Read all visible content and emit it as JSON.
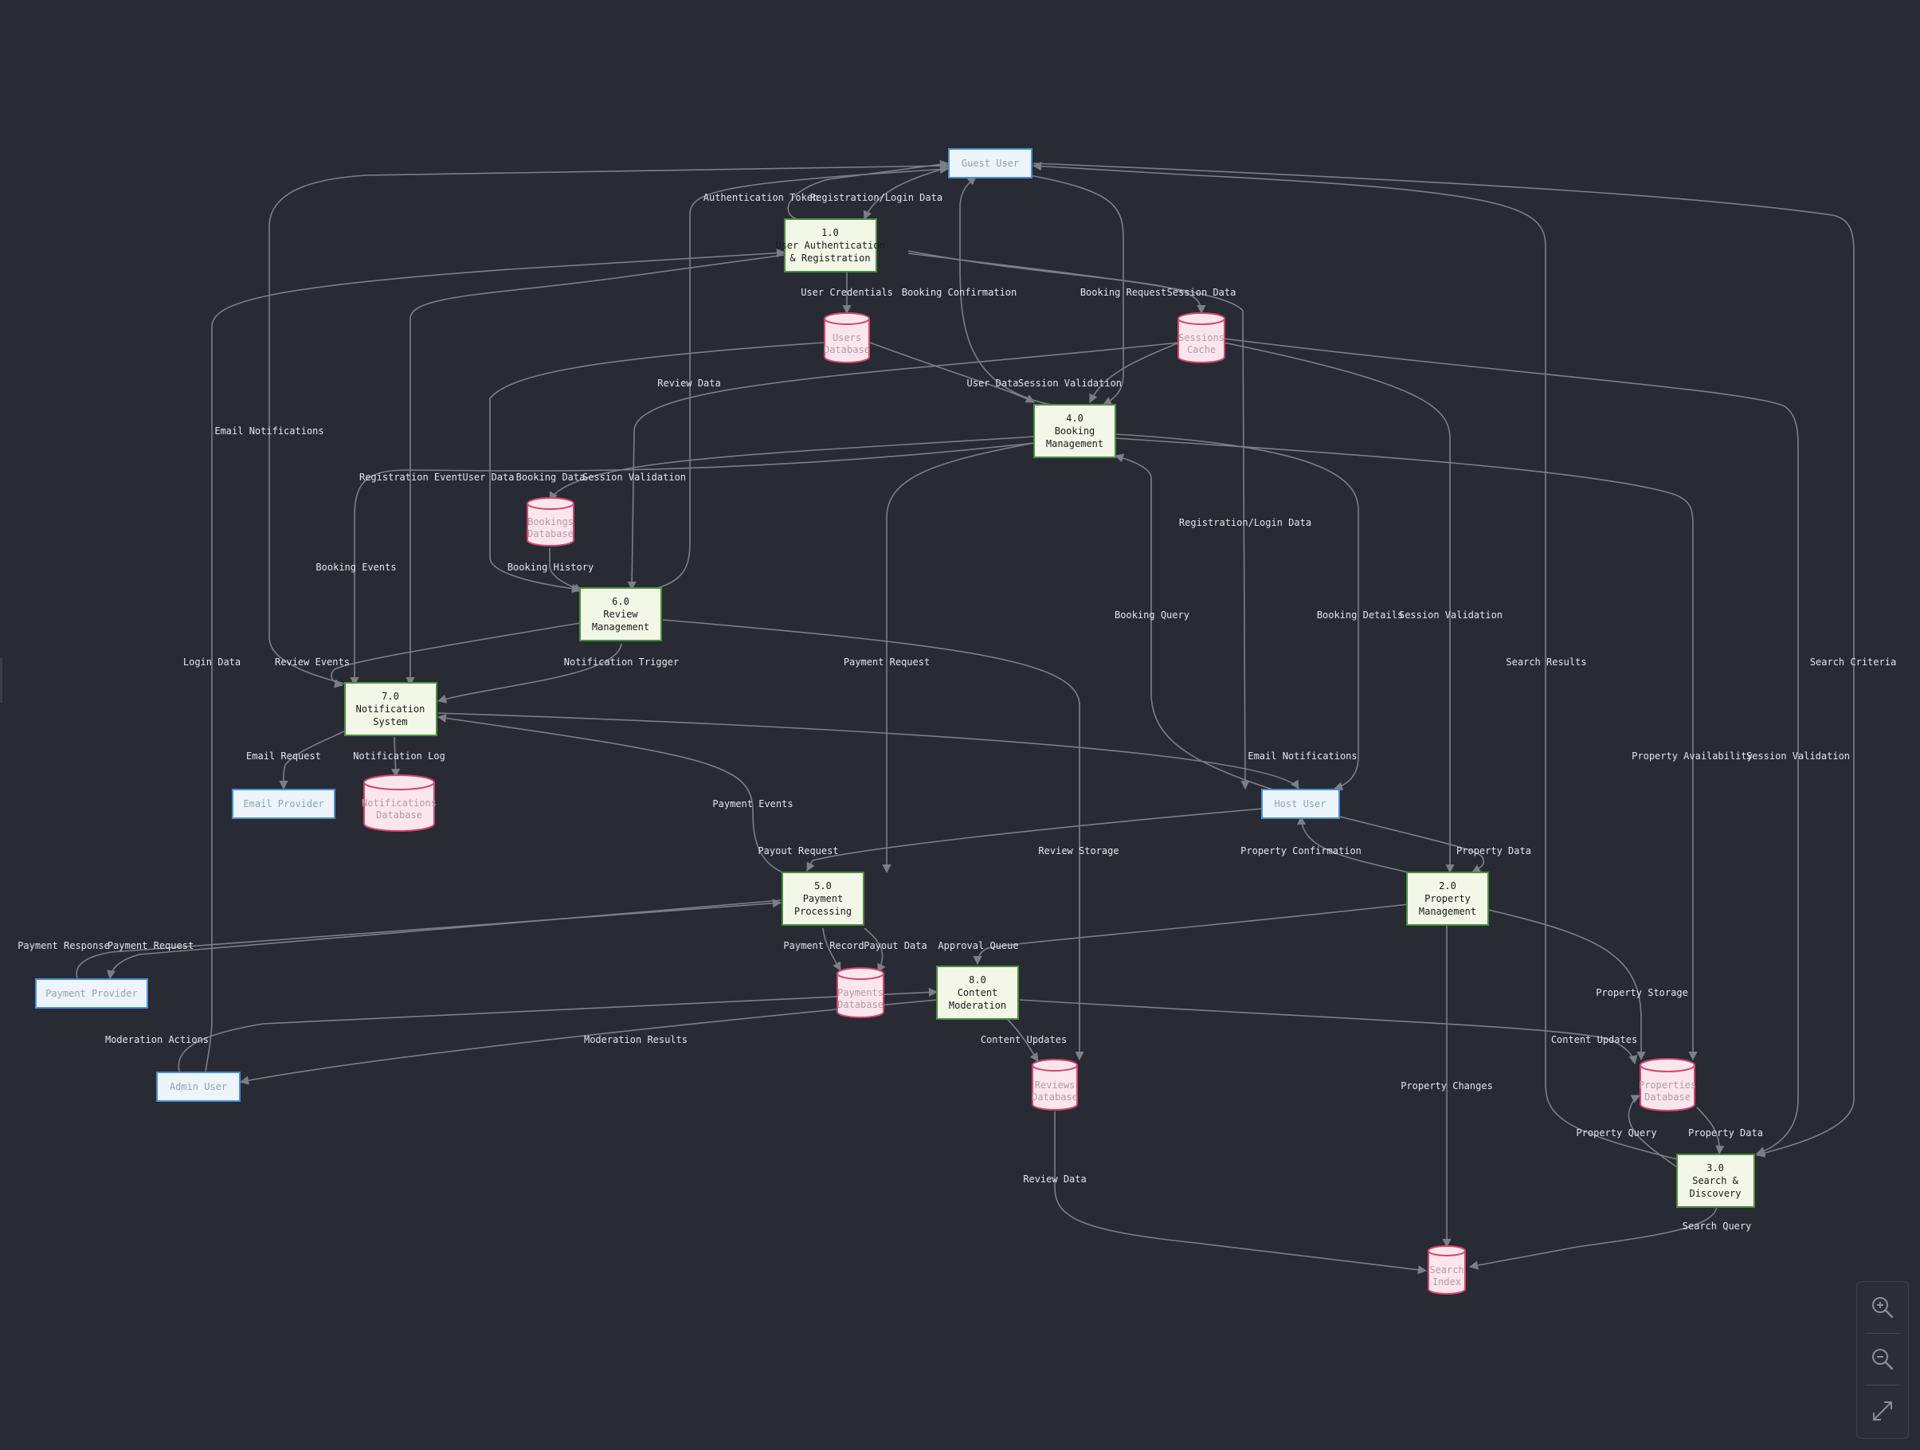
{
  "colors": {
    "background": "#282b33",
    "edge": "#7c7f88",
    "label_text": "#e4e6ea",
    "process_fill": "#f3f7e8",
    "process_stroke": "#4a8f3c",
    "external_fill": "#eef4fb",
    "external_stroke": "#4a8fd6",
    "store_fill": "#fbe6ee",
    "store_stroke": "#d4456e"
  },
  "nodes": {
    "guest_user": "Guest User",
    "host_user": "Host User",
    "admin_user": "Admin User",
    "email_provider": "Email Provider",
    "payment_provider": "Payment Provider",
    "p1": [
      "1.0",
      "User Authentication",
      "& Registration"
    ],
    "p2": [
      "2.0",
      "Property",
      "Management"
    ],
    "p3": [
      "3.0",
      "Search &",
      "Discovery"
    ],
    "p4": [
      "4.0",
      "Booking",
      "Management"
    ],
    "p5": [
      "5.0",
      "Payment",
      "Processing"
    ],
    "p6": [
      "6.0",
      "Review",
      "Management"
    ],
    "p7": [
      "7.0",
      "Notification",
      "System"
    ],
    "p8": [
      "8.0",
      "Content",
      "Moderation"
    ],
    "users_db": [
      "Users",
      "Database"
    ],
    "sessions_cache": [
      "Sessions",
      "Cache"
    ],
    "bookings_db": [
      "Bookings",
      "Database"
    ],
    "notifications_db": [
      "Notifications",
      "Database"
    ],
    "payments_db": [
      "Payments",
      "Database"
    ],
    "reviews_db": [
      "Reviews",
      "Database"
    ],
    "properties_db": [
      "Properties",
      "Database"
    ],
    "search_index": [
      "Search",
      "Index"
    ]
  },
  "edge_labels": {
    "authentication_token": "Authentication Token",
    "registration_login_data_guest": "Registration/Login Data",
    "user_credentials": "User Credentials",
    "booking_confirmation": "Booking Confirmation",
    "booking_request": "Booking Request",
    "session_data": "Session Data",
    "email_notifications_guest": "Email Notifications",
    "review_data_guest": "Review Data",
    "user_data_booking": "User Data",
    "session_validation_booking": "Session Validation",
    "registration_event": "Registration Event",
    "user_data_review": "User Data",
    "booking_data": "Booking Data",
    "session_validation_review": "Session Validation",
    "registration_login_data_host": "Registration/Login Data",
    "booking_events": "Booking Events",
    "booking_history": "Booking History",
    "booking_query": "Booking Query",
    "booking_details": "Booking Details",
    "session_validation_property": "Session Validation",
    "login_data": "Login Data",
    "review_events": "Review Events",
    "notification_trigger": "Notification Trigger",
    "payment_request_booking": "Payment Request",
    "search_results": "Search Results",
    "search_criteria": "Search Criteria",
    "email_request": "Email Request",
    "notification_log": "Notification Log",
    "email_notifications_host": "Email Notifications",
    "property_availability": "Property Availability",
    "session_validation_search": "Session Validation",
    "payment_events": "Payment Events",
    "payout_request": "Payout Request",
    "review_storage": "Review Storage",
    "property_confirmation": "Property Confirmation",
    "property_data_host": "Property Data",
    "payment_response": "Payment Response",
    "payment_request_provider": "Payment Request",
    "payment_record": "Payment Record",
    "payout_data": "Payout Data",
    "approval_queue": "Approval Queue",
    "property_storage": "Property Storage",
    "moderation_actions": "Moderation Actions",
    "moderation_results": "Moderation Results",
    "content_updates_reviews": "Content Updates",
    "content_updates_properties": "Content Updates",
    "property_changes": "Property Changes",
    "property_query": "Property Query",
    "property_data_search": "Property Data",
    "review_data_index": "Review Data",
    "search_query": "Search Query"
  },
  "controls": {
    "zoom_in_icon": "zoom-in",
    "zoom_out_icon": "zoom-out",
    "fit_icon": "expand-arrows"
  }
}
